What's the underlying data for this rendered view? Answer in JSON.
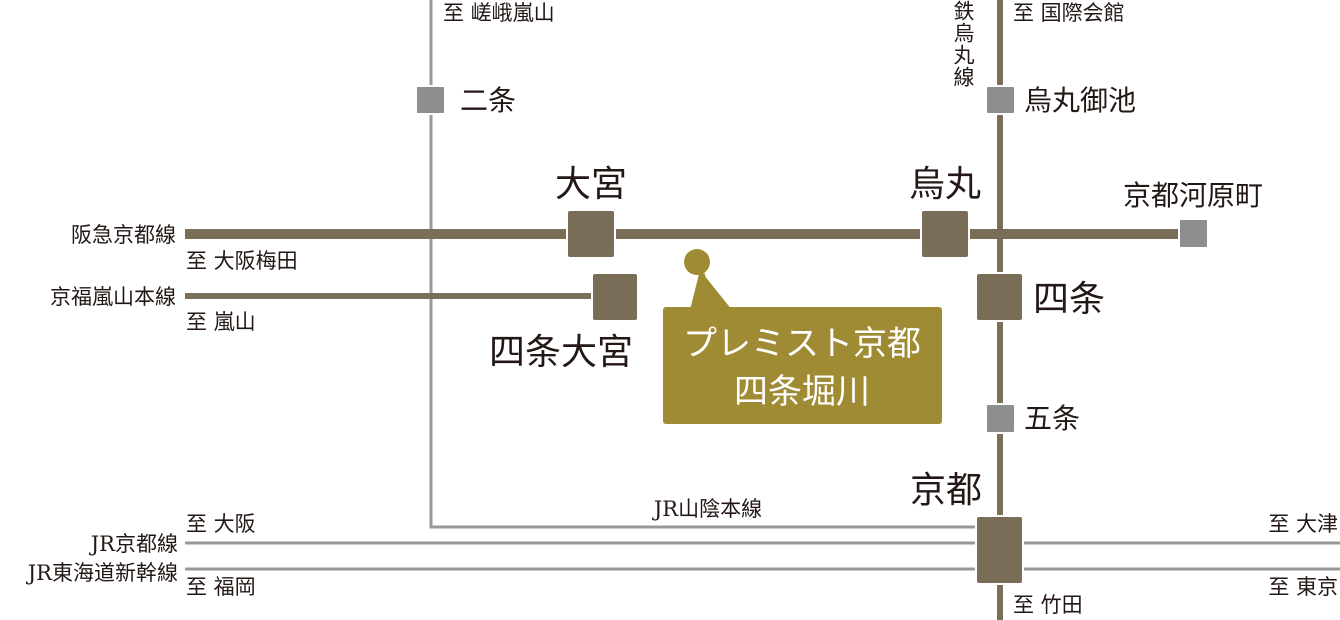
{
  "colors": {
    "brown_line": "#7b6e58",
    "gray_line": "#999999",
    "gray_station": "#8e8e8e",
    "property": "#a08b35"
  },
  "lines": {
    "hankyu": "阪急京都線",
    "keifuku": "京福嵐山本線",
    "jr_sanin": "JR山陰本線",
    "jr_kyoto": "JR京都線",
    "shinkansen": "JR東海道新幹線",
    "subway": "地下鉄烏丸線"
  },
  "directions": {
    "saga": "至 嵯峨嵐山",
    "kokusai": "至 国際会館",
    "osaka_umeda": "至 大阪梅田",
    "arashiyama": "至 嵐山",
    "osaka": "至 大阪",
    "fukuoka": "至 福岡",
    "otsu": "至 大津",
    "tokyo": "至 東京",
    "takeda": "至 竹田"
  },
  "stations": {
    "nijo": "二条",
    "karasuma_oike": "烏丸御池",
    "omiya": "大宮",
    "karasuma": "烏丸",
    "kawaramachi": "京都河原町",
    "shijo_omiya": "四条大宮",
    "shijo": "四条",
    "gojo": "五条",
    "kyoto": "京都"
  },
  "property": {
    "line1": "プレミスト京都",
    "line2": "四条堀川"
  }
}
